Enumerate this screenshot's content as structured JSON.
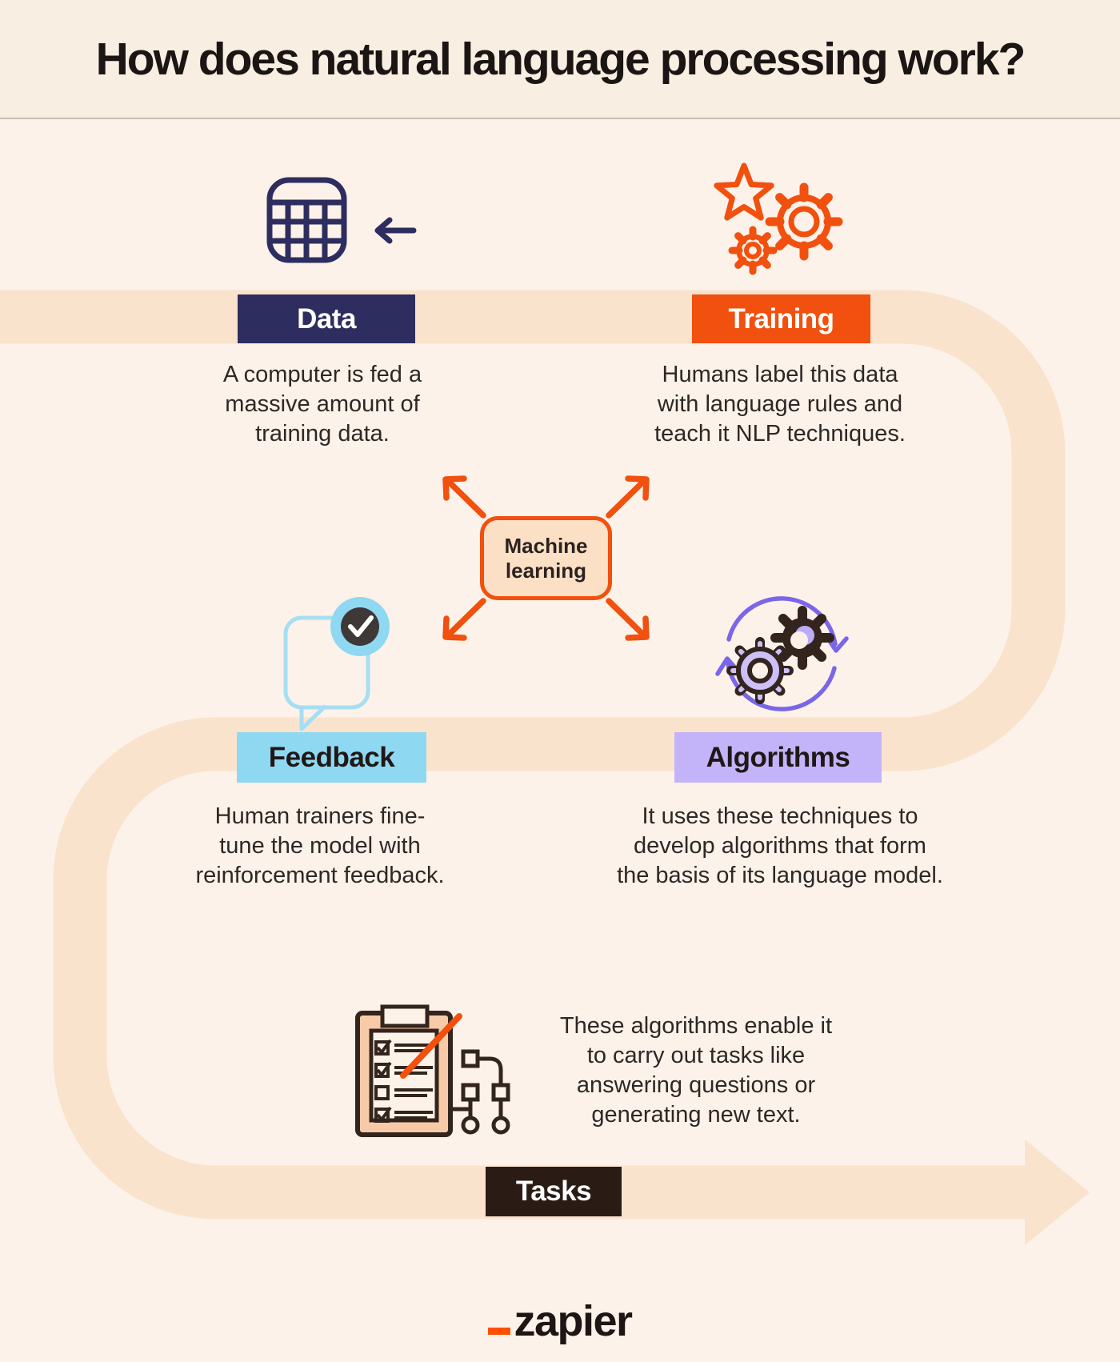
{
  "header": {
    "title": "How does natural language processing work?"
  },
  "stages": [
    {
      "id": "data",
      "label": "Data",
      "color": "#2E2D5F",
      "text_color": "#FFFFFF",
      "description": "A computer is fed a\nmassive amount of\ntraining data."
    },
    {
      "id": "training",
      "label": "Training",
      "color": "#F1500E",
      "text_color": "#FFFFFF",
      "description": "Humans label this data\nwith language rules and\nteach it NLP techniques."
    },
    {
      "id": "feedback",
      "label": "Feedback",
      "color": "#8FD8F1",
      "text_color": "#201817",
      "description": "Human trainers fine-\ntune the model with\nreinforcement feedback."
    },
    {
      "id": "algorithms",
      "label": "Algorithms",
      "color": "#C3B3F8",
      "text_color": "#201817",
      "description": "It uses these techniques to\ndevelop algorithms that form\nthe basis of its language model."
    },
    {
      "id": "tasks",
      "label": "Tasks",
      "color": "#2A1C14",
      "text_color": "#FFFFFF",
      "description": "These algorithms enable it\nto carry out tasks like\nanswering questions or\ngenerating new text."
    }
  ],
  "center": {
    "label": "Machine\nlearning"
  },
  "footer": {
    "brand": "zapier"
  },
  "icons": {
    "data": "table-with-arrow-icon",
    "training": "star-and-gears-icon",
    "feedback": "chat-bubble-check-icon",
    "algorithms": "gears-cycle-icon",
    "tasks": "checklist-flowchart-icon"
  },
  "colors": {
    "background": "#FCF2E9",
    "header_background": "#F8EEE2",
    "ribbon": "#FAE3CC",
    "navy": "#2E2D5F",
    "orange": "#F1500E",
    "light_blue": "#8FD8F1",
    "purple": "#C3B3F8",
    "purple_arrow": "#7A66E8",
    "dark_brown": "#33241D",
    "brand_orange": "#FF4F00"
  }
}
